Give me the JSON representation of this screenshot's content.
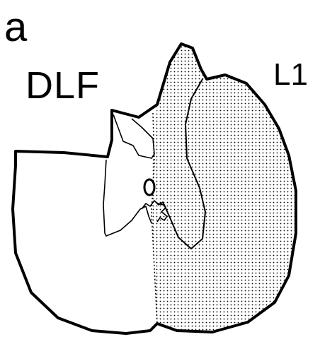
{
  "figure": {
    "panel_label": "a",
    "labels": {
      "left_region": "DLF",
      "right_region": "L1"
    },
    "colors": {
      "ink": "#000000",
      "paper": "#ffffff",
      "stipple": "#000000"
    }
  }
}
